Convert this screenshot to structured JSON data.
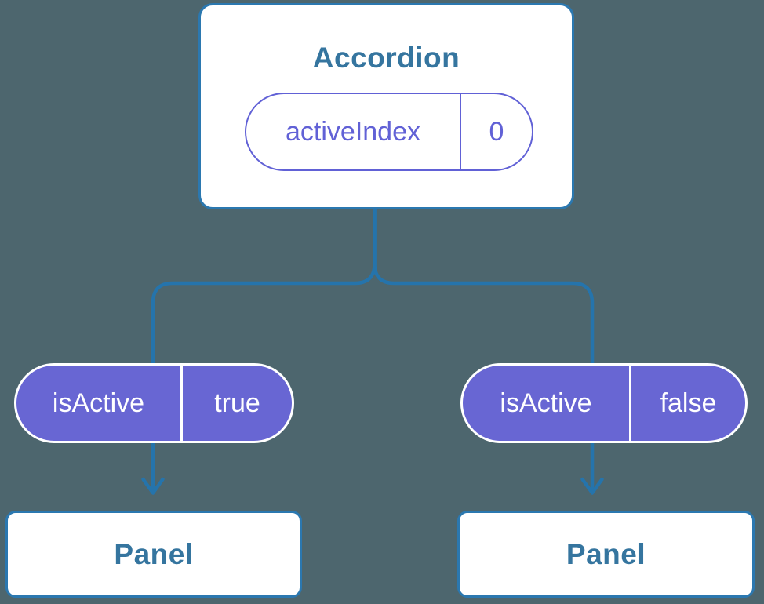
{
  "diagram": {
    "accordion": {
      "title": "Accordion",
      "state": {
        "name": "activeIndex",
        "value": "0"
      }
    },
    "children": [
      {
        "prop": {
          "name": "isActive",
          "value": "true"
        },
        "label": "Panel"
      },
      {
        "prop": {
          "name": "isActive",
          "value": "false"
        },
        "label": "Panel"
      }
    ]
  },
  "colors": {
    "background": "#4d666e",
    "connector": "#2574ac",
    "box_border": "#2b78b0",
    "heading_text": "#35759f",
    "purple_outline": "#6161d6",
    "purple_fill": "#6866d3",
    "white": "#ffffff"
  }
}
